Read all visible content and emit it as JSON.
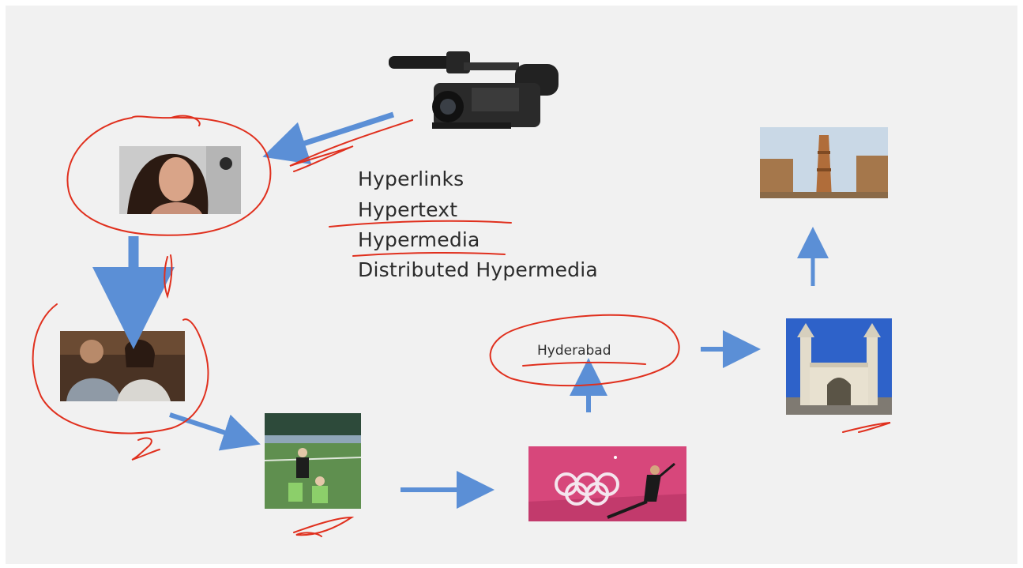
{
  "concepts": {
    "items": [
      "Hyperlinks",
      "Hypertext",
      "Hypermedia",
      "Distributed Hypermedia"
    ]
  },
  "nodes": {
    "city_label": "Hyderabad"
  },
  "colors": {
    "arrow_blue": "#5b8fd6",
    "annotation_red": "#e0301e",
    "slide_bg": "#f1f1f1",
    "text_dark": "#2b2b2b"
  }
}
